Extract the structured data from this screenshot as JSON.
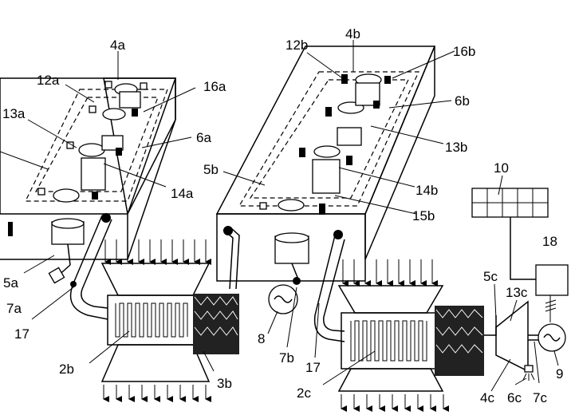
{
  "labels": {
    "l4a": "4a",
    "l12a": "12a",
    "l16a": "16a",
    "l13a": "13a",
    "l6a": "6a",
    "l14a": "14a",
    "l5a": "5a",
    "l7a": "7a",
    "l17a": "17",
    "l2b": "2b",
    "l3b": "3b",
    "l4b": "4b",
    "l12b": "12b",
    "l16b": "16b",
    "l6b": "6b",
    "l13b": "13b",
    "l5b": "5b",
    "l14b": "14b",
    "l15b": "15b",
    "l8": "8",
    "l7b": "7b",
    "l17b": "17",
    "l2c": "2c",
    "l10": "10",
    "l18": "18",
    "l5c": "5c",
    "l13c": "13c",
    "l9": "9",
    "l4c": "4c",
    "l6c": "6c",
    "l7c": "7c"
  }
}
